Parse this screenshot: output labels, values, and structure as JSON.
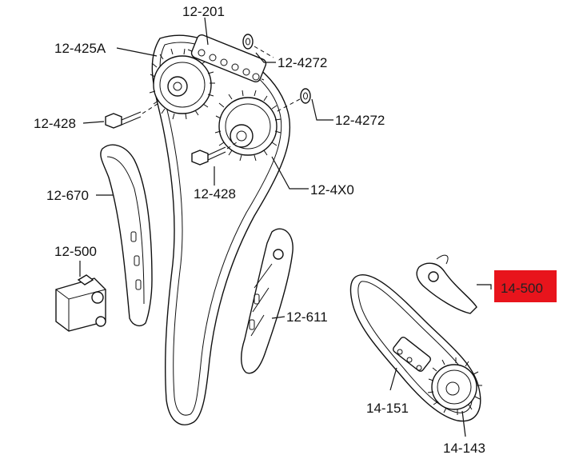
{
  "labels": {
    "l_12_201": "12-201",
    "l_12_425A": "12-425A",
    "l_12_4272_a": "12-4272",
    "l_12_4272_b": "12-4272",
    "l_12_428_a": "12-428",
    "l_12_428_b": "12-428",
    "l_12_4X0": "12-4X0",
    "l_12_670": "12-670",
    "l_12_500": "12-500",
    "l_12_611": "12-611",
    "l_14_500": "14-500",
    "l_14_151": "14-151",
    "l_14_143": "14-143"
  },
  "colors": {
    "highlight": "#e8141c",
    "ink": "#111111",
    "background": "#ffffff"
  }
}
